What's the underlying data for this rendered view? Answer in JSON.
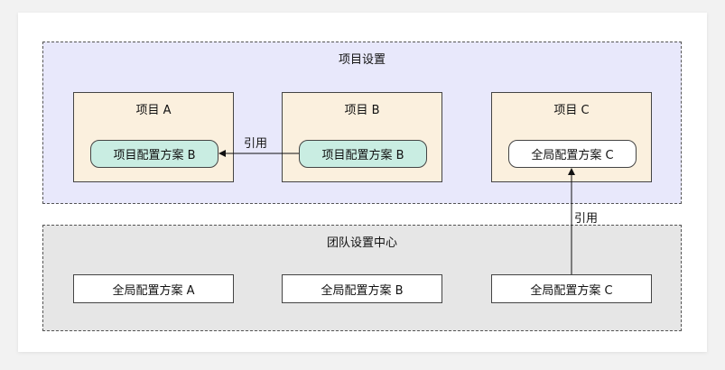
{
  "project_settings": {
    "title": "项目设置",
    "projects": [
      {
        "title": "项目 A",
        "scheme": "项目配置方案 B"
      },
      {
        "title": "项目 B",
        "scheme": "项目配置方案 B"
      },
      {
        "title": "项目 C",
        "scheme": "全局配置方案 C"
      }
    ]
  },
  "team_settings": {
    "title": "团队设置中心",
    "schemes": [
      "全局配置方案 A",
      "全局配置方案 B",
      "全局配置方案 C"
    ]
  },
  "edges": [
    {
      "label": "引用"
    },
    {
      "label": "引用"
    }
  ],
  "colors": {
    "project_region": "#e8e8fb",
    "team_region": "#e6e6e6",
    "project_box": "#fbf0de",
    "project_scheme": "#c9ede2"
  }
}
